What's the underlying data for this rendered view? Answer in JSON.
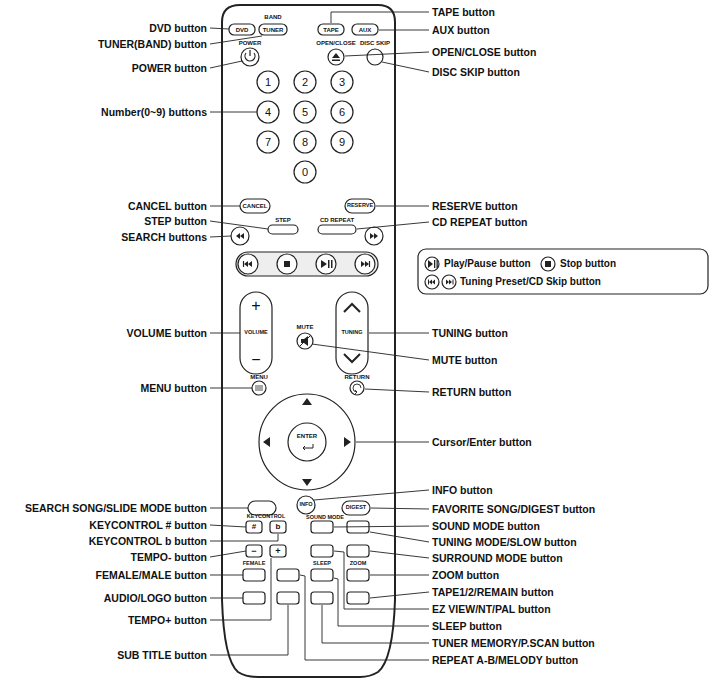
{
  "diagram": {
    "labels": [
      "DVD button",
      "TUNER(BAND) button",
      "POWER button",
      "Number(0~9) buttons",
      "CANCEL button",
      "STEP button",
      "SEARCH buttons",
      "VOLUME button",
      "MENU button",
      "SEARCH SONG/SLIDE MODE button",
      "KEYCONTROL # button",
      "KEYCONTROL b button",
      "TEMPO- button",
      "FEMALE/MALE button",
      "AUDIO/LOGO button",
      "TEMPO+ button",
      "SUB TITLE button",
      "TAPE button",
      "AUX button",
      "OPEN/CLOSE button",
      "DISC SKIP button",
      "RESERVE button",
      "CD REPEAT button",
      "TUNING button",
      "MUTE button",
      "RETURN button",
      "Cursor/Enter button",
      "INFO button",
      "FAVORITE SONG/DIGEST button",
      "SOUND MODE button",
      "TUNING MODE/SLOW button",
      "SURROUND MODE button",
      "ZOOM button",
      "TAPE1/2/REMAIN button",
      "EZ VIEW/NT/PAL button",
      "SLEEP button",
      "TUNER MEMORY/P.SCAN button",
      "REPEAT A-B/MELODY button",
      "BAND",
      "DVD",
      "TUNER",
      "TAPE",
      "AUX",
      "POWER",
      "OPEN/CLOSE",
      "DISC SKIP",
      "1",
      "2",
      "3",
      "4",
      "5",
      "6",
      "7",
      "8",
      "9",
      "0",
      "CANCEL",
      "RESERVE",
      "STEP",
      "CD REPEAT",
      "+",
      "−",
      "VOLUME",
      "TUNING",
      "MUTE",
      "MENU",
      "RETURN",
      "ENTER",
      "INFO",
      "DIGEST",
      "KEYCONTROL",
      "#",
      "b",
      "SOUND MODE",
      "−",
      "+",
      "FEMALE",
      "SLEEP",
      "ZOOM"
    ],
    "legend": [
      {
        "text": "Play/Pause button"
      },
      {
        "text": "Stop button"
      },
      {
        "text": "Tuning Preset/CD Skip button"
      }
    ]
  }
}
